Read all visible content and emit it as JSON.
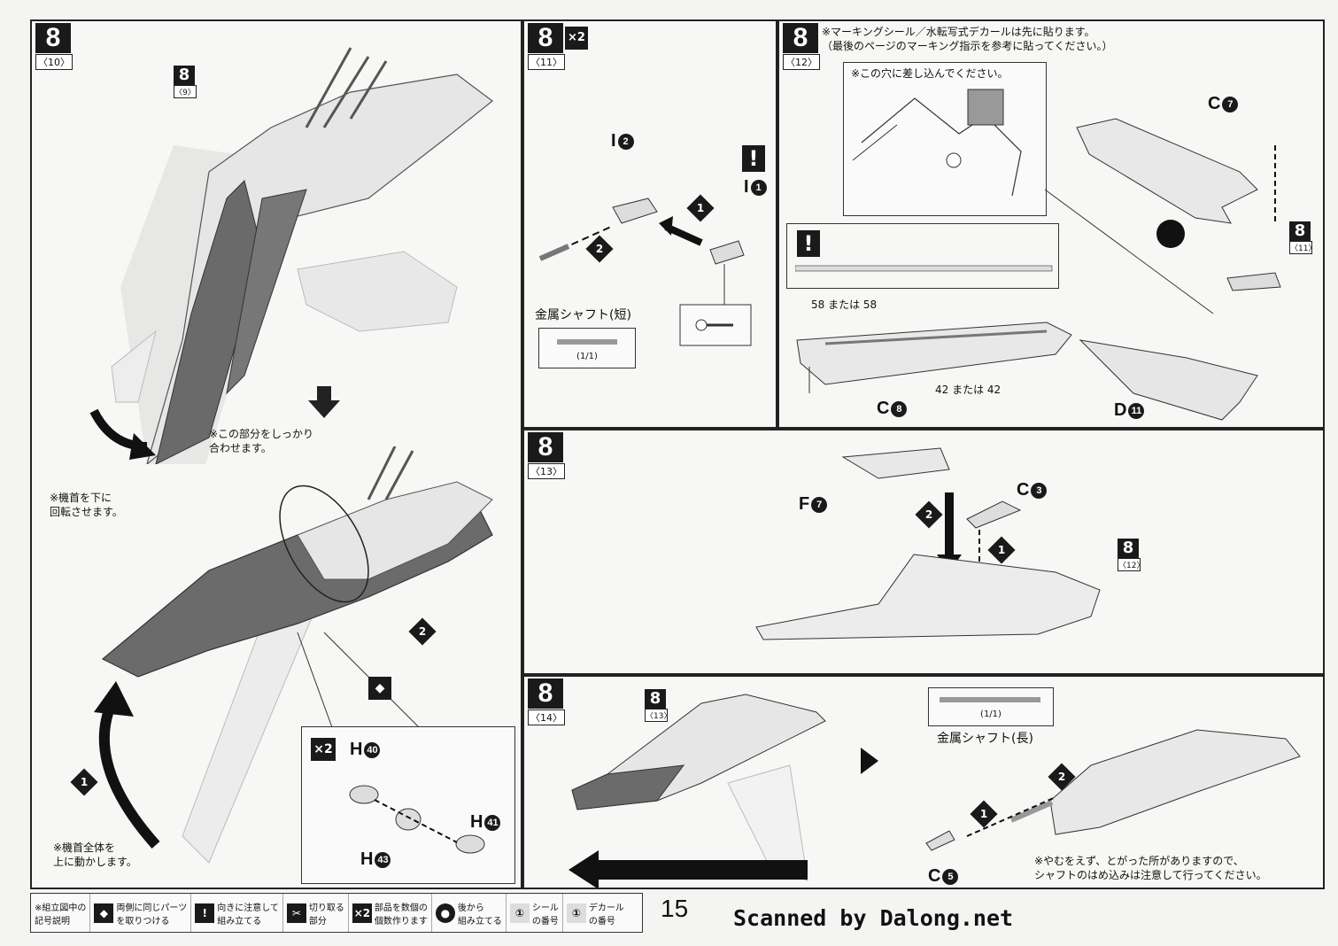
{
  "page_number": "15",
  "scan_credit": "Scanned by Dalong.net",
  "panels": {
    "p10": {
      "step": "8",
      "sub": "〈10〉",
      "ref_step": "8",
      "ref_sub": "〈9〉",
      "note_rotate": "※機首を下に\n回転させます。",
      "note_fit": "※この部分をしっかり\n合わせます。",
      "note_move": "※機首全体を\n上に動かします。",
      "arrow_1": "1",
      "arrow_2": "2",
      "subbox": {
        "mult": "×2",
        "h40": "H",
        "h40n": "40",
        "h41": "H",
        "h41n": "41",
        "h43": "H",
        "h43n": "43"
      }
    },
    "p11": {
      "step": "8",
      "sub": "〈11〉",
      "mult": "×2",
      "part_i2": "I",
      "part_i2n": "2",
      "part_i1": "I",
      "part_i1n": "1",
      "shaft_label": "金属シャフト(短)",
      "shaft_ratio": "(1/1)",
      "arrow_1": "1",
      "arrow_2": "2"
    },
    "p12": {
      "step": "8",
      "sub": "〈12〉",
      "note_marking": "※マーキングシール／水転写式デカールは先に貼ります。\n（最後のページのマーキング指示を参考に貼ってください。）",
      "note_insert": "※この穴に差し込んでください。",
      "part_c7": "C",
      "part_c7n": "7",
      "part_c8": "C",
      "part_c8n": "8",
      "part_d11": "D",
      "part_d11n": "11",
      "ref_step": "8",
      "ref_sub": "〈11〉",
      "decal_58": "58 または",
      "decal_58b": "58",
      "decal_42": "42 または",
      "decal_42b": "42"
    },
    "p13": {
      "step": "8",
      "sub": "〈13〉",
      "part_f7": "F",
      "part_f7n": "7",
      "part_c3": "C",
      "part_c3n": "3",
      "ref_step": "8",
      "ref_sub": "〈12〉",
      "arrow_1": "1",
      "arrow_2": "2"
    },
    "p14": {
      "step": "8",
      "sub": "〈14〉",
      "ref_step": "8",
      "ref_sub": "〈13〉",
      "shaft_label": "金属シャフト(長)",
      "shaft_ratio": "(1/1)",
      "part_c5": "C",
      "part_c5n": "5",
      "note_caution": "※やむをえず、とがった所がありますので、\nシャフトのはめ込みは注意して行ってください。",
      "arrow_1": "1",
      "arrow_2": "2"
    }
  },
  "legend": {
    "title": "※組立図中の\n記号説明",
    "items": [
      {
        "sym": "◆",
        "text": "両側に同じパーツ\nを取りつける"
      },
      {
        "sym": "!",
        "text": "向きに注意して\n組み立てる"
      },
      {
        "sym": "✂",
        "text": "切り取る\n部分"
      },
      {
        "sym": "×2",
        "text": "部品を数個の\n個数作ります"
      },
      {
        "sym": "●",
        "text": "後から\n組み立てる"
      },
      {
        "sym": "①",
        "text": "シール\nの番号"
      },
      {
        "sym": "①",
        "text": "デカール\nの番号"
      }
    ]
  }
}
